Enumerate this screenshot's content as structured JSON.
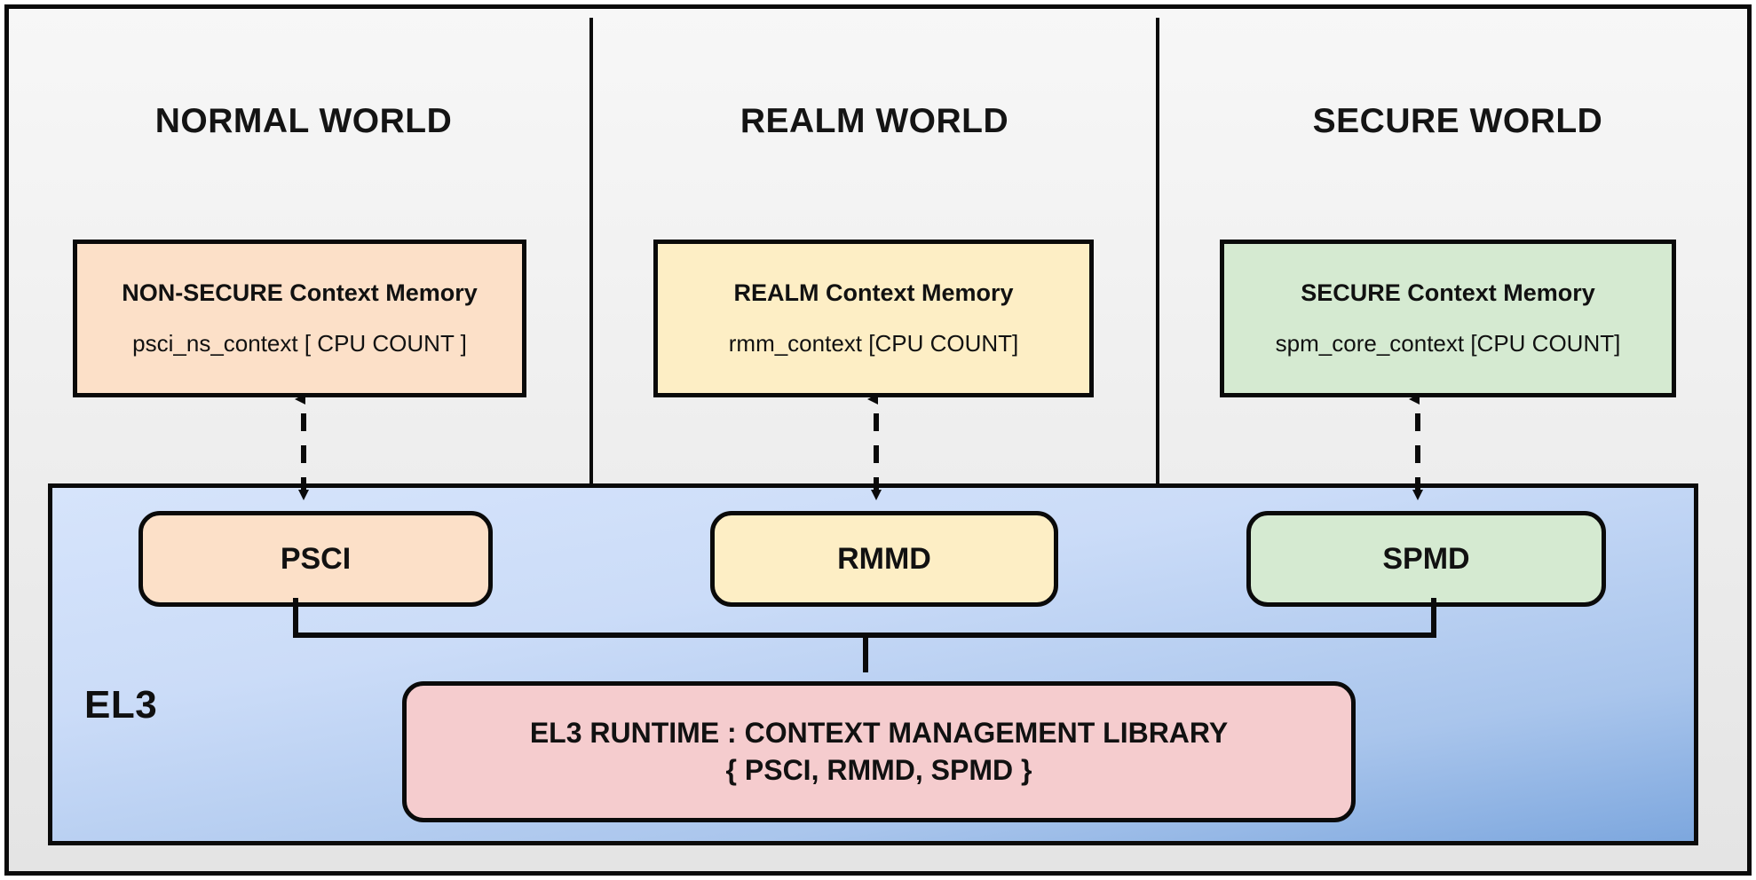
{
  "diagram": {
    "title_hidden": "",
    "worlds": [
      {
        "name": "world-normal",
        "title": "NORMAL WORLD"
      },
      {
        "name": "world-realm",
        "title": "REALM WORLD"
      },
      {
        "name": "world-secure",
        "title": "SECURE WORLD"
      }
    ],
    "context_boxes": [
      {
        "name": "ns-context-memory",
        "title": "NON-SECURE Context Memory",
        "subtitle": "psci_ns_context  [ CPU COUNT ]",
        "color": "#fce0c8"
      },
      {
        "name": "realm-context-memory",
        "title": "REALM Context Memory",
        "subtitle": "rmm_context [CPU COUNT]",
        "color": "#fdeec5"
      },
      {
        "name": "secure-context-memory",
        "title": "SECURE Context Memory",
        "subtitle": "spm_core_context  [CPU COUNT]",
        "color": "#d5ead1"
      }
    ],
    "el3": {
      "label": "EL3",
      "modules": [
        {
          "name": "psci-module",
          "label": "PSCI",
          "color": "#fce0c8"
        },
        {
          "name": "rmmd-module",
          "label": "RMMD",
          "color": "#fdeec5"
        },
        {
          "name": "spmd-module",
          "label": "SPMD",
          "color": "#d5ead1"
        }
      ],
      "runtime": {
        "line1": "EL3 RUNTIME : CONTEXT MANAGEMENT LIBRARY",
        "line2": "{ PSCI, RMMD, SPMD }",
        "color": "#f5ccce"
      }
    },
    "colors": {
      "stroke": "#0a0a0a",
      "normal_fill": "#fce0c8",
      "realm_fill": "#fdeec5",
      "secure_fill": "#d5ead1",
      "el3_fill_top": "#d6e4fb",
      "el3_fill_bottom": "#7da7de",
      "runtime_fill": "#f5ccce",
      "page_bg": "#efefef"
    }
  }
}
